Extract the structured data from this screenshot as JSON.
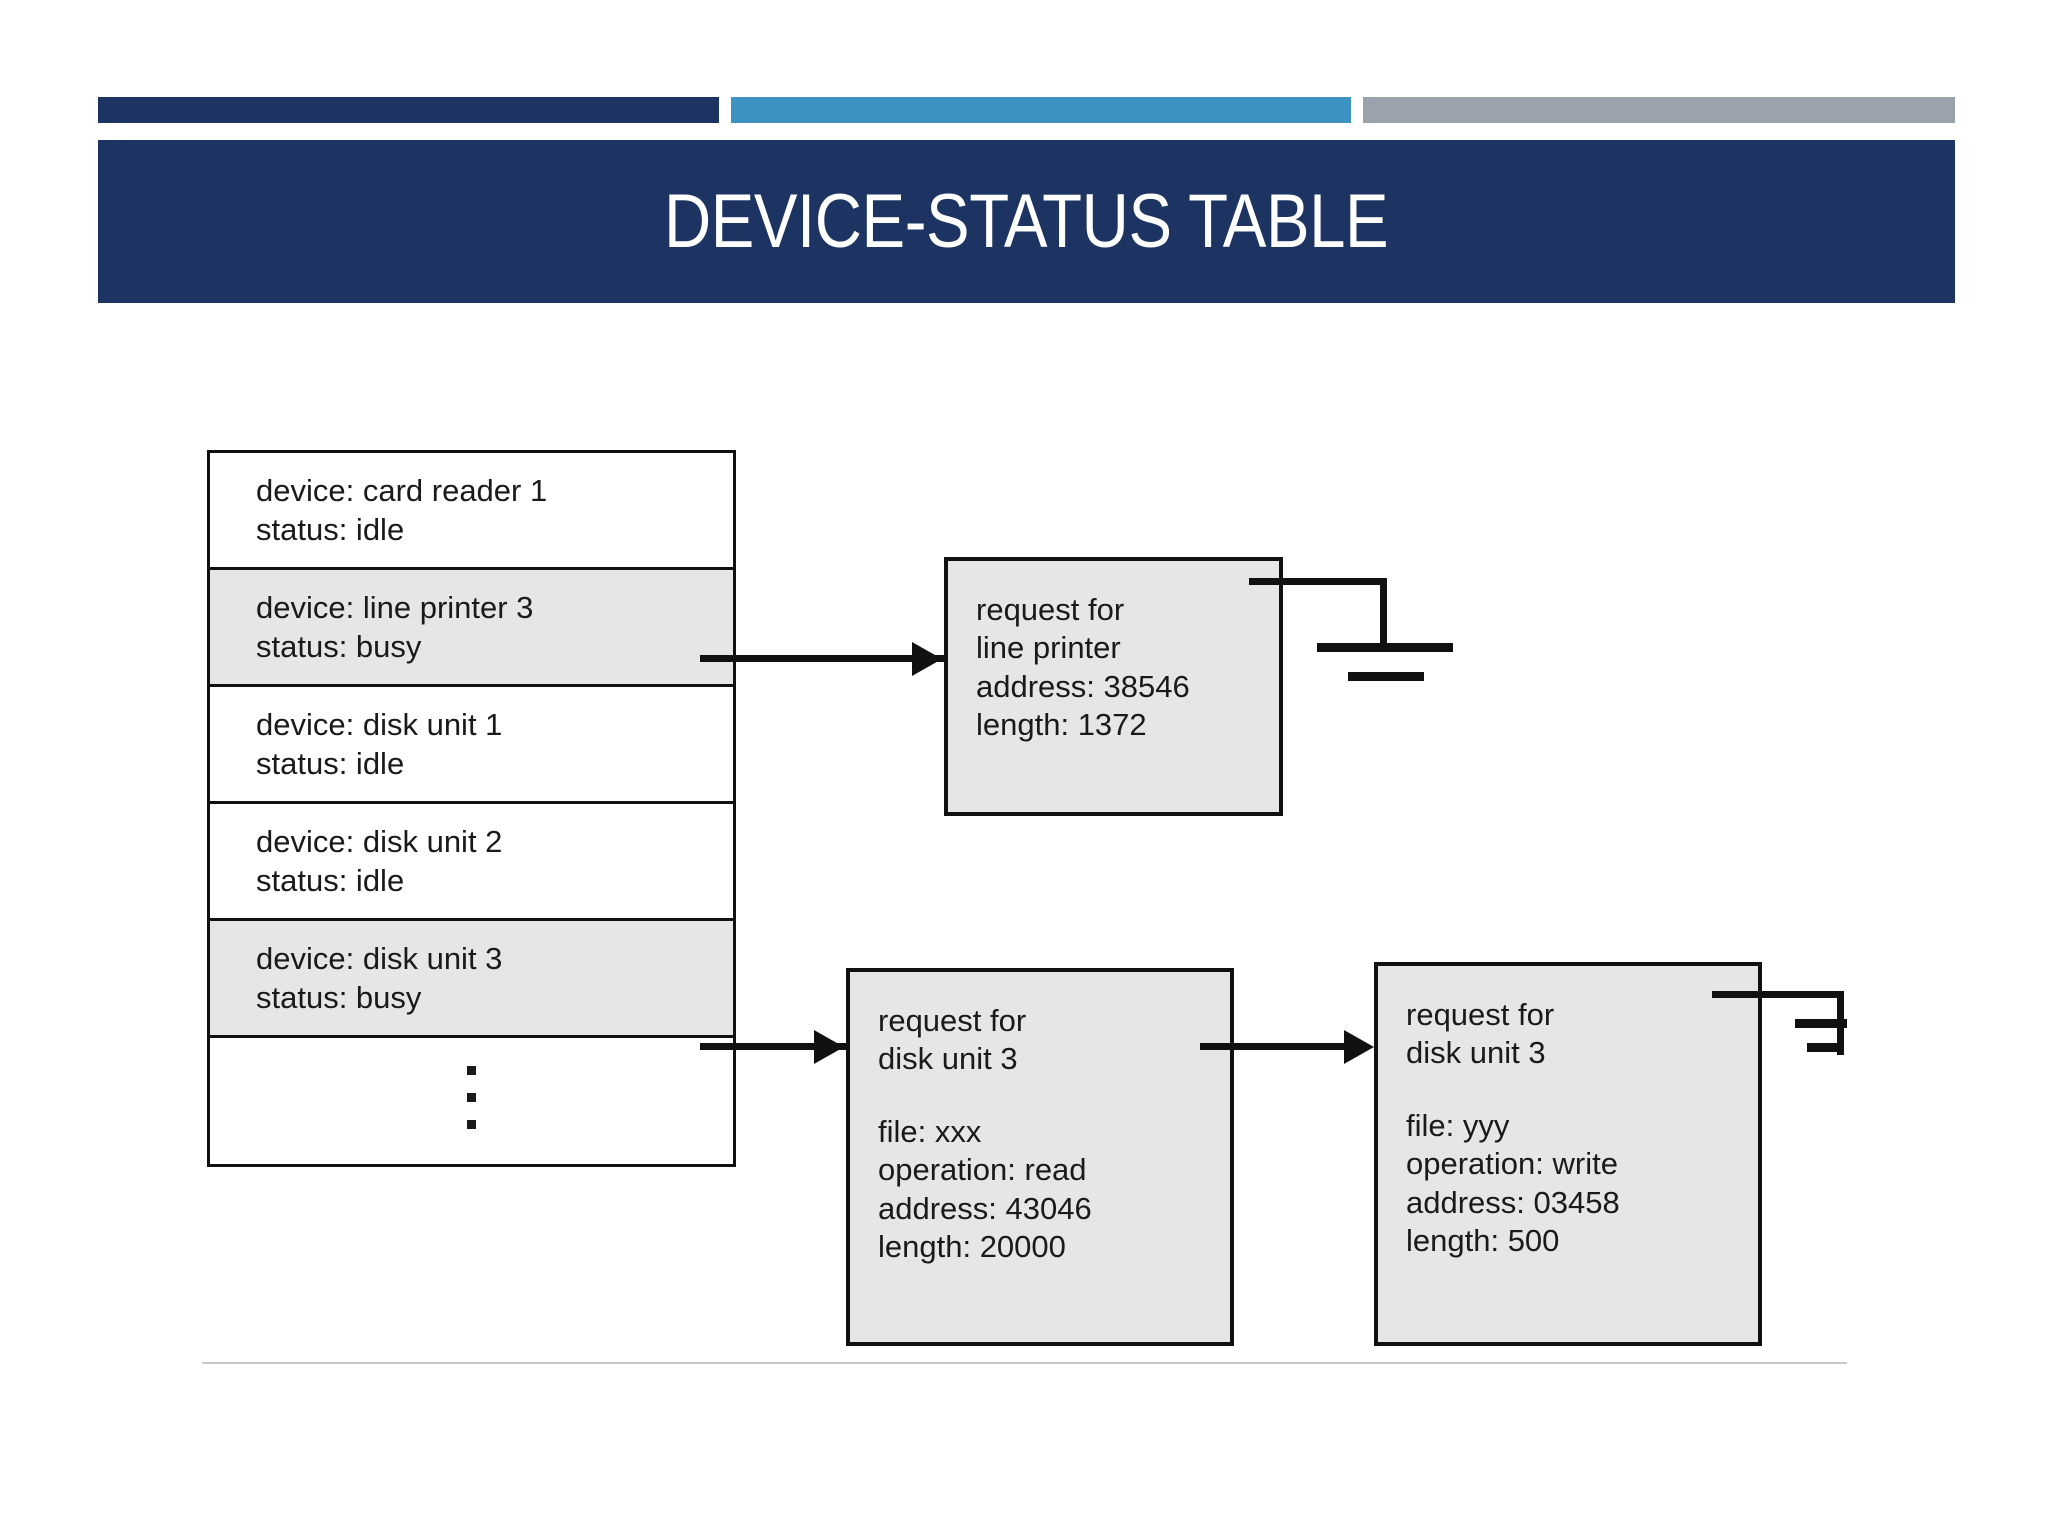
{
  "slide": {
    "title": "DEVICE-STATUS TABLE",
    "colors": {
      "header_dark_blue": "#1d3462",
      "header_light_blue": "#3d94c2",
      "header_gray": "#9aa3ab",
      "title_text": "#ffffff",
      "box_fill_busy": "#e6e6e6",
      "box_fill_idle": "#ffffff",
      "stroke": "#111111",
      "footer_rule": "#c8c8c8"
    }
  },
  "device_status_table": {
    "name": "device-status table",
    "rows": [
      {
        "device": "device: card reader 1",
        "status": "status: idle",
        "busy": false
      },
      {
        "device": "device: line printer 3",
        "status": "status: busy",
        "busy": true
      },
      {
        "device": "device: disk unit 1",
        "status": "status: idle",
        "busy": false
      },
      {
        "device": "device: disk unit 2",
        "status": "status: idle",
        "busy": false
      },
      {
        "device": "device: disk unit 3",
        "status": "status: busy",
        "busy": true
      }
    ],
    "continuation": "vertical-ellipsis"
  },
  "requests": {
    "line_printer": {
      "line1": "request for",
      "line2": "line printer",
      "line3": "address: 38546",
      "line4": "length: 1372",
      "terminated": true
    },
    "disk_unit_3_read": {
      "line1": "request for",
      "line2": "disk unit 3",
      "line3": "file: xxx",
      "line4": "operation: read",
      "line5": "address: 43046",
      "line6": "length: 20000",
      "terminated": false
    },
    "disk_unit_3_write": {
      "line1": "request for",
      "line2": "disk unit 3",
      "line3": "file: yyy",
      "line4": "operation: write",
      "line5": "address: 03458",
      "line6": "length: 500",
      "terminated": true
    }
  },
  "connectors": {
    "line_printer_arrow": "line printer 3 row -> request for line printer",
    "disk_unit_arrow": "disk unit 3 row -> request for disk unit 3 (read)",
    "chain_arrow": "request for disk unit 3 (read) -> request for disk unit 3 (write)",
    "ground_symbol_label": "null / end-of-list terminator"
  }
}
